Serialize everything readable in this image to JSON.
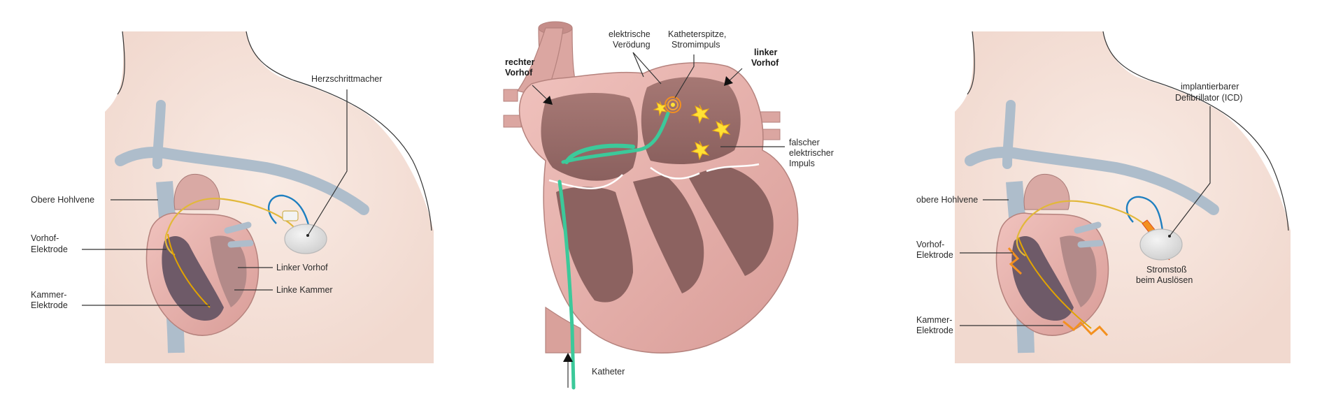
{
  "colors": {
    "skin": "#f6e3da",
    "skin_edge": "#6a4e44",
    "vein": "#aebdcb",
    "heart_wall": "#e8b3ae",
    "heart_inner": "#9c6e6b",
    "heart_dark": "#6e5258",
    "aorta": "#dba6a1",
    "catheter": "#3cc99a",
    "device": "#e3e3e3",
    "spark": "#ffe234",
    "shock": "#f3901f"
  },
  "panel_left": {
    "herzschrittmacher": "Herzschrittmacher",
    "obere_hohlvene": "Obere Hohlvene",
    "vorhof_elektrode_1": "Vorhof-",
    "vorhof_elektrode_2": "Elektrode",
    "kammer_elektrode_1": "Kammer-",
    "kammer_elektrode_2": "Elektrode",
    "linker_vorhof": "Linker Vorhof",
    "linke_kammer": "Linke Kammer"
  },
  "panel_center": {
    "rechter_vorhof_1": "rechter",
    "rechter_vorhof_2": "Vorhof",
    "elektrische_1": "elektrische",
    "elektrische_2": "Verödung",
    "katheterspitze_1": "Katheterspitze,",
    "katheterspitze_2": "Stromimpuls",
    "linker_vorhof_1": "linker",
    "linker_vorhof_2": "Vorhof",
    "falscher_1": "falscher",
    "falscher_2": "elektrischer",
    "falscher_3": "Impuls",
    "katheter": "Katheter"
  },
  "panel_right": {
    "icd_1": "implantierbarer",
    "icd_2": "Defibrillator (ICD)",
    "obere_hohlvene": "obere Hohlvene",
    "vorhof_elektrode_1": "Vorhof-",
    "vorhof_elektrode_2": "Elektrode",
    "kammer_elektrode_1": "Kammer-",
    "kammer_elektrode_2": "Elektrode",
    "stromstoss_1": "Stromstoß",
    "stromstoss_2": "beim Auslösen"
  }
}
